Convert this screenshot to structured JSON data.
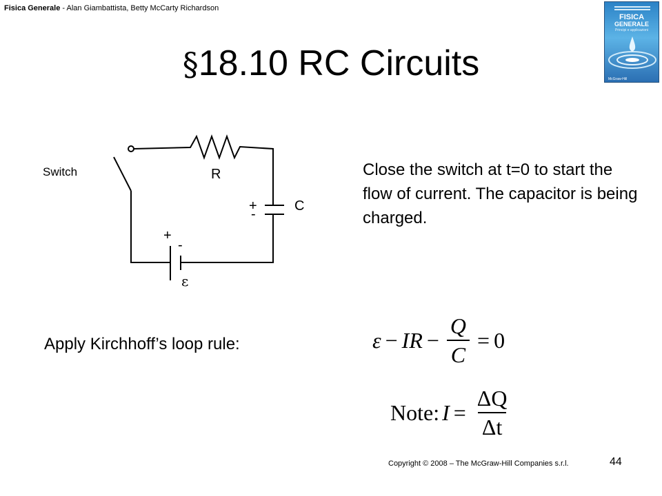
{
  "header": {
    "book_title": "Fisica Generale",
    "separator": " - ",
    "authors": "Alan Giambattista, Betty McCarty Richardson"
  },
  "cover": {
    "line1": "FISICA",
    "line2": "GENERALE",
    "line3": "Principi e applicazioni",
    "publisher": "McGraw-Hill"
  },
  "title": {
    "section_symbol": "§",
    "text": "18.10 RC Circuits"
  },
  "circuit": {
    "switch_label": "Switch",
    "resistor_label": "R",
    "capacitor_label": "C",
    "cap_plus": "+",
    "cap_minus": "-",
    "battery_plus": "+",
    "battery_minus": "-",
    "emf_symbol": "ε"
  },
  "description": "Close the switch at t=0 to start the flow of current. The capacitor is being charged.",
  "kirchhoff_label": "Apply Kirchhoff’s loop rule:",
  "equation1": {
    "eps": "ε",
    "minus1": "−",
    "ir": "IR",
    "minus2": "−",
    "numerator": "Q",
    "denominator": "C",
    "equals": "=",
    "rhs": "0"
  },
  "equation2": {
    "prefix": "Note:",
    "var": "I",
    "equals": "=",
    "numerator": "ΔQ",
    "denominator": "Δt"
  },
  "footer": {
    "copyright": "Copyright © 2008 – The McGraw-Hill Companies s.r.l.",
    "page_number": "44"
  }
}
